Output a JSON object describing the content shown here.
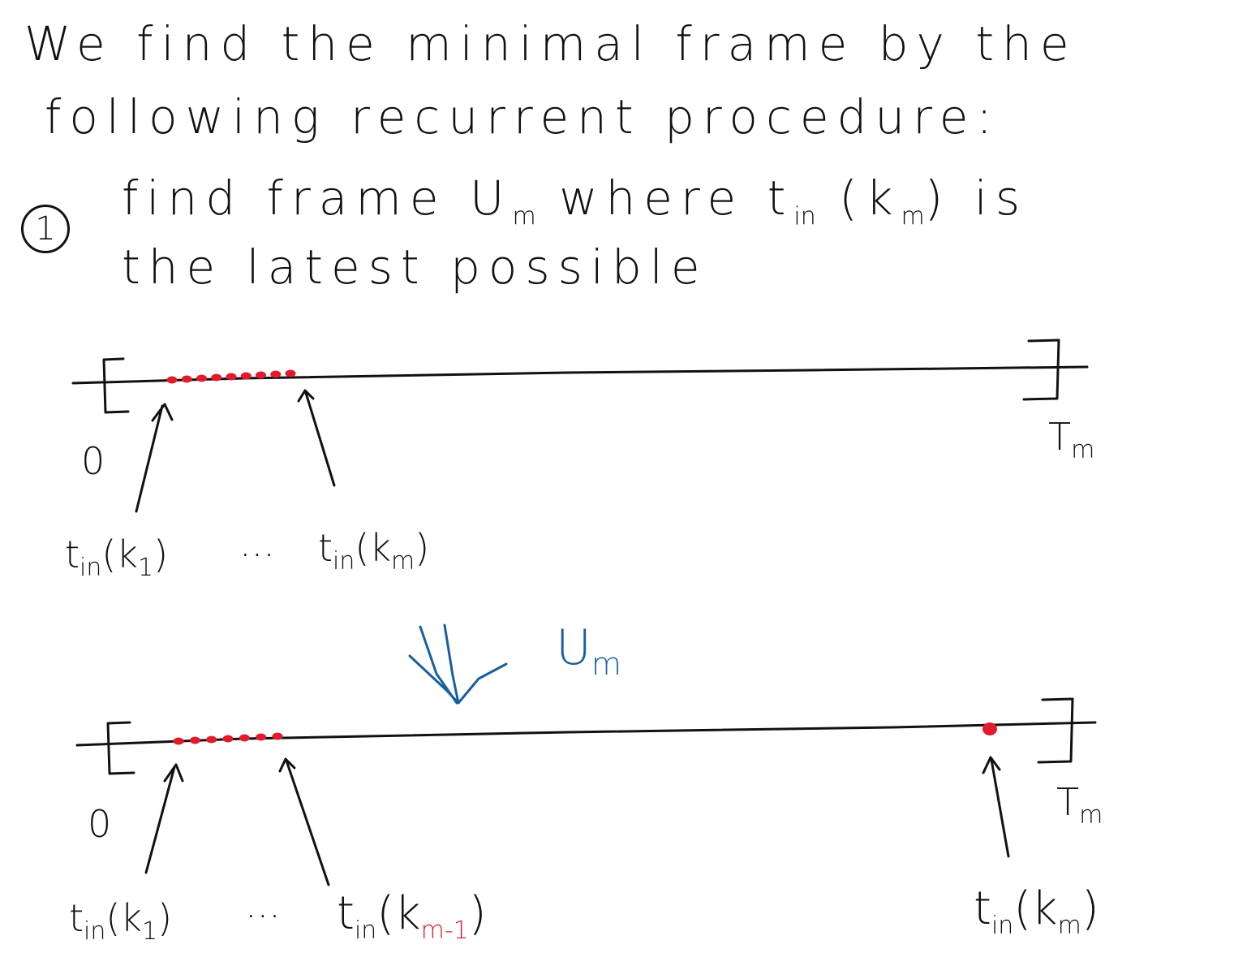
{
  "text": {
    "line1": "We find the minimal frame by the",
    "line2": "following recurrent procedure:",
    "step_number": "1",
    "line3a": "find frame U",
    "line3a_sub": "m",
    "line3b": "where t",
    "line3b_sub": "in",
    "line3c": "(k",
    "line3c_sub": "m",
    "line3d": ") is",
    "line4": "the latest possible"
  },
  "top_axis": {
    "start_label": "0",
    "end_label": "T",
    "end_label_sub": "m",
    "left_label": "t",
    "left_label_sub": "in",
    "left_label_arg": "(k",
    "left_label_arg_sub": "1",
    "left_label_close": ")",
    "ellipsis": "···",
    "right_label": "t",
    "right_label_sub": "in",
    "right_label_arg": "(k",
    "right_label_arg_sub": "m",
    "right_label_close": ")"
  },
  "transition": {
    "label": "U",
    "label_sub": "m"
  },
  "bottom_axis": {
    "start_label": "0",
    "end_label": "T",
    "end_label_sub": "m",
    "left_label": "t",
    "left_label_sub": "in",
    "left_label_arg": "(k",
    "left_label_arg_sub": "1",
    "left_label_close": ")",
    "ellipsis": "···",
    "mid_label": "t",
    "mid_label_sub": "in",
    "mid_label_arg": "(k",
    "mid_label_arg_sub": "m-1",
    "mid_label_close": ")",
    "right_label": "t",
    "right_label_sub": "in",
    "right_label_arg": "(k",
    "right_label_arg_sub": "m",
    "right_label_close": ")"
  },
  "colors": {
    "ink": "#111111",
    "points": "#e21b2c",
    "transition": "#1a5f9c"
  }
}
